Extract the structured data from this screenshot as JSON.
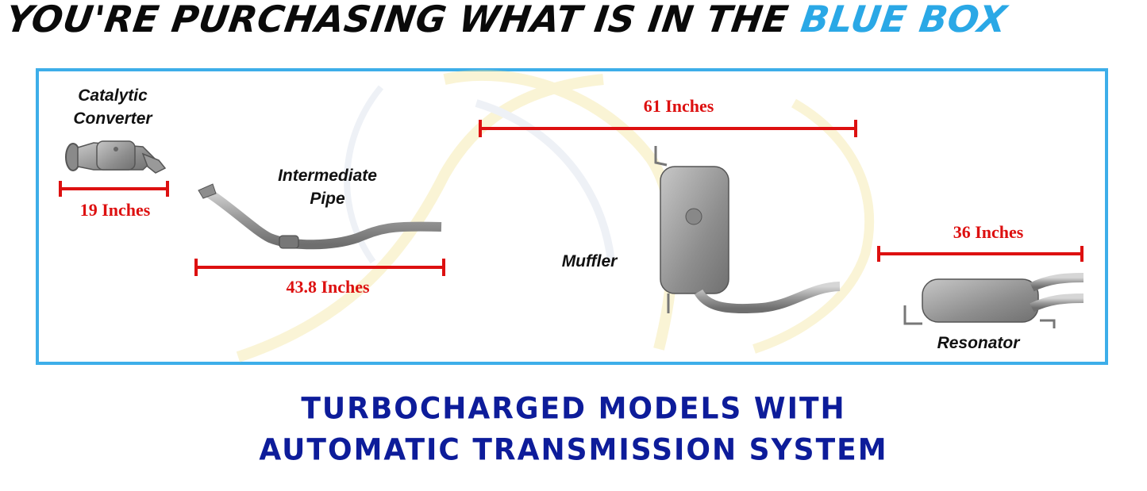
{
  "banner": {
    "text_main": "YOU'RE PURCHASING WHAT IS IN THE ",
    "text_highlight": "BLUE BOX"
  },
  "parts": {
    "catalytic_converter": {
      "line1": "Catalytic",
      "line2": "Converter",
      "length": "19 Inches"
    },
    "intermediate_pipe": {
      "line1": "Intermediate",
      "line2": "Pipe",
      "length": "43.8 Inches"
    },
    "muffler": {
      "label": "Muffler",
      "length": "61 Inches"
    },
    "resonator": {
      "label": "Resonator",
      "length": "36 Inches"
    }
  },
  "footer": {
    "line1": "TURBOCHARGED MODELS WITH",
    "line2": "AUTOMATIC TRANSMISSION SYSTEM"
  },
  "colors": {
    "frame": "#3daee9",
    "highlight": "#2aa8e6",
    "measurement": "#dd1010",
    "footer_text": "#0d1c9a"
  }
}
